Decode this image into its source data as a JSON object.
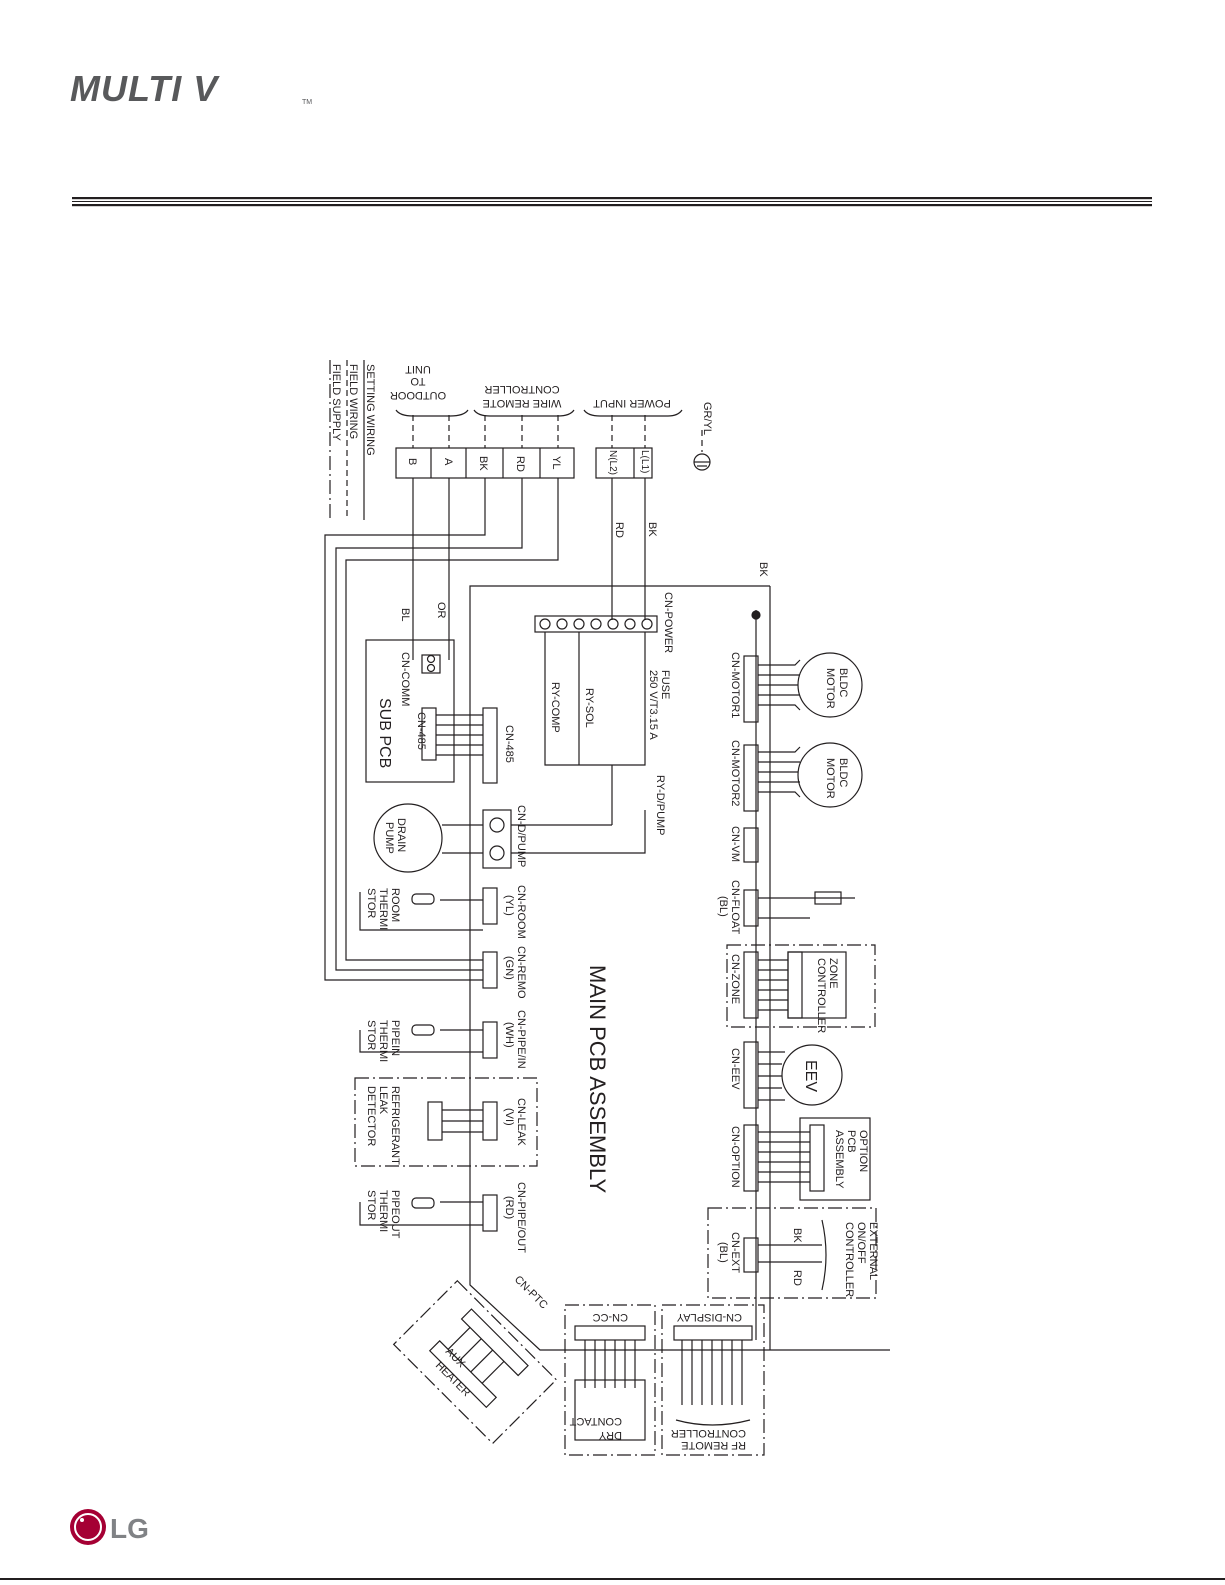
{
  "brand": {
    "logo_text": "MULTI V",
    "tm": "TM",
    "company_logo": "LG"
  },
  "diagram": {
    "main_board": "MAIN PCB ASSEMBLY",
    "sub_board": "SUB PCB",
    "legend": {
      "setting": "SETTING WIRING",
      "field": "FIELD WIRING",
      "supply": "FIELD SUPPLY",
      "sep": ":"
    },
    "terminals": [
      "B",
      "A",
      "BK",
      "RD",
      "YL",
      "N(L2)",
      "L(L1)"
    ],
    "groups": {
      "outdoor": [
        "TO",
        "OUTDOOR",
        "UNIT"
      ],
      "wired_remote": [
        "WIRE REMOTE",
        "CONTROLLER"
      ],
      "power": "POWER INPUT",
      "ground": "GR/YL"
    },
    "wire_colors": {
      "rd": "RD",
      "bk": "BK",
      "bl": "BL",
      "or": "OR"
    },
    "connectors": {
      "comm": "CN-COMM",
      "rs485": "CN-485",
      "power": "CN-POWER",
      "motor1": "CN-MOTOR1",
      "motor2": "CN-MOTOR2",
      "vm": "CN-VM",
      "float": "CN-FLOAT",
      "float_color": "(BL)",
      "zone": "CN-ZONE",
      "eev": "CN-EEV",
      "option": "CN-OPTION",
      "ext": "CN-EXT",
      "ext_color": "(BL)",
      "dpump": "CN-D/PUMP",
      "room": "CN-ROOM",
      "room_color": "(YL)",
      "remo": "CN-REMO",
      "remo_color": "(GN)",
      "pipein": "CN-PIPE/IN",
      "pipein_color": "(WH)",
      "leak": "CN-LEAK",
      "leak_color": "(VI)",
      "pipeout": "CN-PIPE/OUT",
      "pipeout_color": "(RD)",
      "ptc": "CN-PTC",
      "cc": "CN-CC",
      "display": "CN-DISPLAY"
    },
    "relays": {
      "fuse": "FUSE",
      "fuse_rating": "250 V/T3.15 A",
      "sol": "RY-SOL",
      "comp": "RY-COMP",
      "dpump": "RY-D/PUMP"
    },
    "components": {
      "bldc": [
        "BLDC",
        "MOTOR"
      ],
      "drain_pump": [
        "DRAIN",
        "PUMP"
      ],
      "room_therm": [
        "ROOM",
        "THERMI",
        "STOR"
      ],
      "pipein_therm": [
        "PIPEIN",
        "THERMI",
        "STOR"
      ],
      "pipeout_therm": [
        "PIPEOUT",
        "THERMI",
        "STOR"
      ],
      "leak_detector": [
        "REFRIGERANT",
        "LEAK",
        "DETECTOR"
      ],
      "zone_ctrl": [
        "ZONE",
        "CONTROLLER"
      ],
      "eev": "EEV",
      "option_pcb": [
        "OPTION",
        "PCB",
        "ASSEMBLY"
      ],
      "ext_ctrl": [
        "EXTERNAL",
        "ON/OFF",
        "CONTROLLER"
      ],
      "aux_heater": [
        "AUX",
        "HEATER"
      ],
      "dry_contact": [
        "DRY",
        "CONTACT"
      ],
      "rf_remote": [
        "RF REMOTE",
        "CONTROLLER"
      ]
    }
  }
}
